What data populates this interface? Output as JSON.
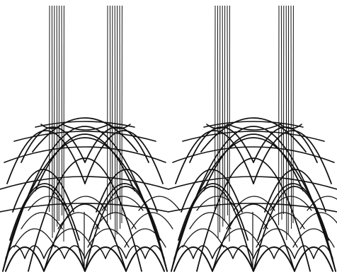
{
  "figure": {
    "kind": "line-drawing",
    "panel_count": 2,
    "background_color": "#ffffff",
    "ink_color": "#111111",
    "panels": [
      {
        "name": "left-panel",
        "vertical_line_bundles": 2,
        "lines_per_bundle": 7
      },
      {
        "name": "right-panel",
        "vertical_line_bundles": 2,
        "lines_per_bundle": 7
      }
    ]
  }
}
